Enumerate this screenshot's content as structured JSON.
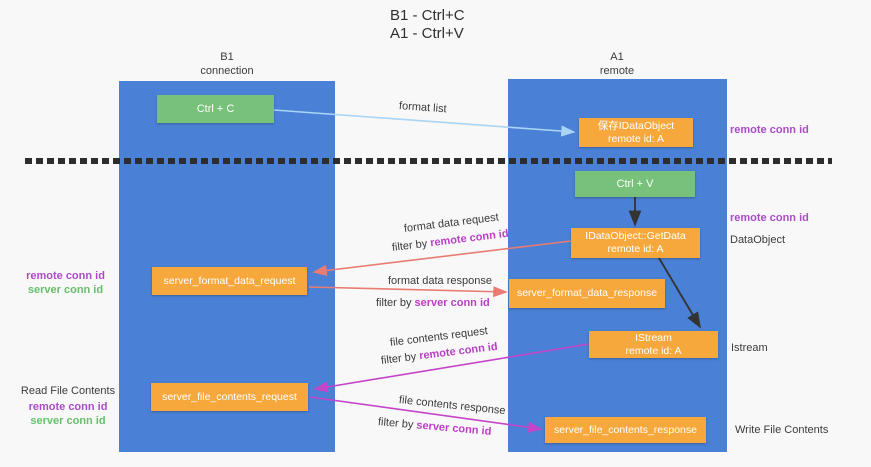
{
  "title": {
    "line1": "B1 - Ctrl+C",
    "line2": "A1 - Ctrl+V"
  },
  "lanes": {
    "left": {
      "name": "B1",
      "role": "connection"
    },
    "right": {
      "name": "A1",
      "role": "remote"
    }
  },
  "boxes": {
    "ctrl_c": "Ctrl + C",
    "ctrl_v": "Ctrl + V",
    "save_idataobject": {
      "line1": "保存IDataObject",
      "line2": "remote id: A"
    },
    "getdata": {
      "line1": "IDataObject::GetData",
      "line2": "remote id: A"
    },
    "istream": {
      "line1": "IStream",
      "line2": "remote id: A"
    },
    "format_request": "server_format_data_request",
    "format_response": "server_format_data_response",
    "file_request": "server_file_contents_request",
    "file_response": "server_file_contents_response"
  },
  "labels": {
    "format_list": "format list",
    "format_data_request": "format data request",
    "format_data_response": "format data response",
    "file_contents_request": "file contents request",
    "file_contents_response": "file contents response",
    "filter_by": "filter by",
    "remote_conn_id": "remote conn id",
    "server_conn_id": "server conn id"
  },
  "annotations": {
    "right_remote_conn_top": "remote conn id",
    "right_remote_conn_mid": "remote conn id",
    "dataobject": "DataObject",
    "istream": "Istream",
    "write_file_contents": "Write File Contents",
    "left_remote_conn_mid": "remote conn id",
    "left_server_conn_mid": "server conn id",
    "read_file_contents": "Read File Contents",
    "left_remote_conn_bottom": "remote conn id",
    "left_server_conn_bottom": "server conn id"
  },
  "colors": {
    "background": "#f8f8f9",
    "lane_blue": "#4a80d5",
    "box_orange": "#f7a83d",
    "box_green": "#78c17b",
    "arrow_red": "#e97c72",
    "arrow_magenta": "#c445c8",
    "arrow_lightblue": "#a9d4f4",
    "arrow_black": "#333333",
    "text_purple": "#ab4cc8",
    "text_magenta": "#bb3ec6",
    "text_green": "#67bf6b",
    "dashed_line": "#2d2d2d"
  }
}
